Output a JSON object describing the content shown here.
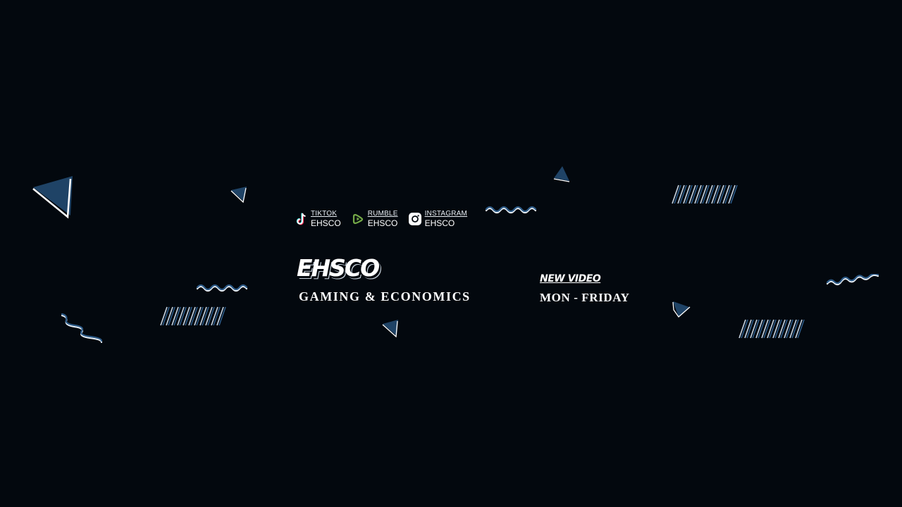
{
  "socials": [
    {
      "platform": "TIKTOK",
      "handle": "EHSCO",
      "icon": "tiktok-icon"
    },
    {
      "platform": "RUMBLE",
      "handle": "EHSCO",
      "icon": "rumble-icon"
    },
    {
      "platform": "INSTAGRAM",
      "handle": "EHSCO",
      "icon": "instagram-icon"
    }
  ],
  "brand": {
    "name": "EHSCO",
    "tagline": "GAMING & ECONOMICS"
  },
  "schedule": {
    "heading": "NEW VIDEO",
    "days": "MON - FRIDAY"
  },
  "colors": {
    "background": "#03080e",
    "accent": "#1f4366",
    "rumble": "#74a947"
  }
}
